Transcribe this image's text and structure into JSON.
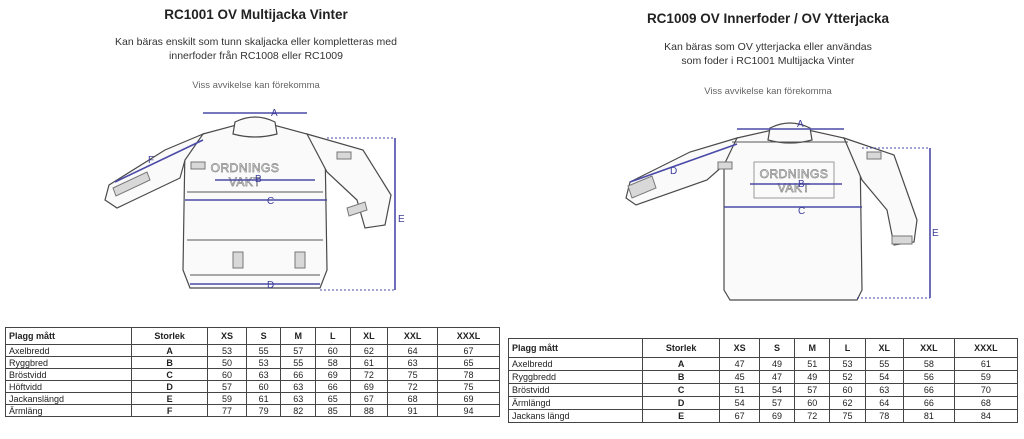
{
  "left": {
    "title": "RC1001 OV Multijacka Vinter",
    "subtitle_line1": "Kan bäras enskilt som tunn skaljacka eller kompletteras med",
    "subtitle_line2": "innerfoder från RC1008 eller RC1009",
    "note": "Viss avvikelse kan förekomma",
    "logo_line1": "ORDNINGS",
    "logo_line2": "VAKT",
    "dim_labels": [
      "A",
      "B",
      "C",
      "D",
      "E",
      "F"
    ],
    "table": {
      "headers": [
        "Plagg mått",
        "Storlek",
        "XS",
        "S",
        "M",
        "L",
        "XL",
        "XXL",
        "XXXL"
      ],
      "rows": [
        {
          "label": "Axelbredd",
          "code": "A",
          "values": [
            "53",
            "55",
            "57",
            "60",
            "62",
            "64",
            "67"
          ]
        },
        {
          "label": "Ryggbred",
          "code": "B",
          "values": [
            "50",
            "53",
            "55",
            "58",
            "61",
            "63",
            "65"
          ]
        },
        {
          "label": "Bröstvidd",
          "code": "C",
          "values": [
            "60",
            "63",
            "66",
            "69",
            "72",
            "75",
            "78"
          ]
        },
        {
          "label": "Höftvidd",
          "code": "D",
          "values": [
            "57",
            "60",
            "63",
            "66",
            "69",
            "72",
            "75"
          ]
        },
        {
          "label": "Jackanslängd",
          "code": "E",
          "values": [
            "59",
            "61",
            "63",
            "65",
            "67",
            "68",
            "69"
          ]
        },
        {
          "label": "Ärmläng",
          "code": "F",
          "values": [
            "77",
            "79",
            "82",
            "85",
            "88",
            "91",
            "94"
          ]
        }
      ]
    }
  },
  "right": {
    "title": "RC1009 OV Innerfoder / OV Ytterjacka",
    "subtitle_line1": "Kan bäras som OV ytterjacka eller användas",
    "subtitle_line2": "som foder i RC1001 Multijacka Vinter",
    "note": "Viss avvikelse kan förekomma",
    "logo_line1": "ORDNINGS",
    "logo_line2": "VAKT",
    "dim_labels": [
      "A",
      "B",
      "C",
      "D",
      "E"
    ],
    "table": {
      "headers": [
        "Plagg mått",
        "Storlek",
        "XS",
        "S",
        "M",
        "L",
        "XL",
        "XXL",
        "XXXL"
      ],
      "rows": [
        {
          "label": "Axelbredd",
          "code": "A",
          "values": [
            "47",
            "49",
            "51",
            "53",
            "55",
            "58",
            "61"
          ]
        },
        {
          "label": "Ryggbredd",
          "code": "B",
          "values": [
            "45",
            "47",
            "49",
            "52",
            "54",
            "56",
            "59"
          ]
        },
        {
          "label": "Bröstvidd",
          "code": "C",
          "values": [
            "51",
            "54",
            "57",
            "60",
            "63",
            "66",
            "70"
          ]
        },
        {
          "label": "Ärmlängd",
          "code": "D",
          "values": [
            "54",
            "57",
            "60",
            "62",
            "64",
            "66",
            "68"
          ]
        },
        {
          "label": "Jackans längd",
          "code": "E",
          "values": [
            "67",
            "69",
            "72",
            "75",
            "78",
            "81",
            "84"
          ]
        }
      ]
    }
  }
}
